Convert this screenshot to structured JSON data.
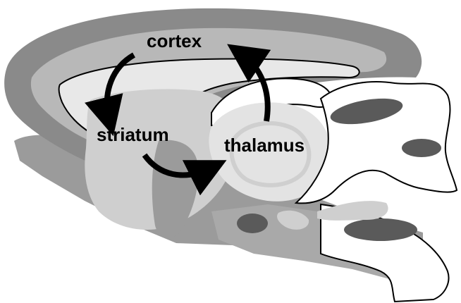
{
  "diagram": {
    "labels": {
      "cortex": "cortex",
      "striatum": "striatum",
      "thalamus": "thalamus"
    },
    "colors": {
      "outer_cortex": "#8a8a8a",
      "inner_cortex": "#b8b8b8",
      "white_matter": "#e8e8e8",
      "striatum_region": "#cfcfcf",
      "thalamus_region": "#e3e3e3",
      "brainstem": "#a9a9a9",
      "ventral": "#9b9b9b",
      "dark_nuclei": "#5a5a5a",
      "arrow": "#000000"
    }
  }
}
